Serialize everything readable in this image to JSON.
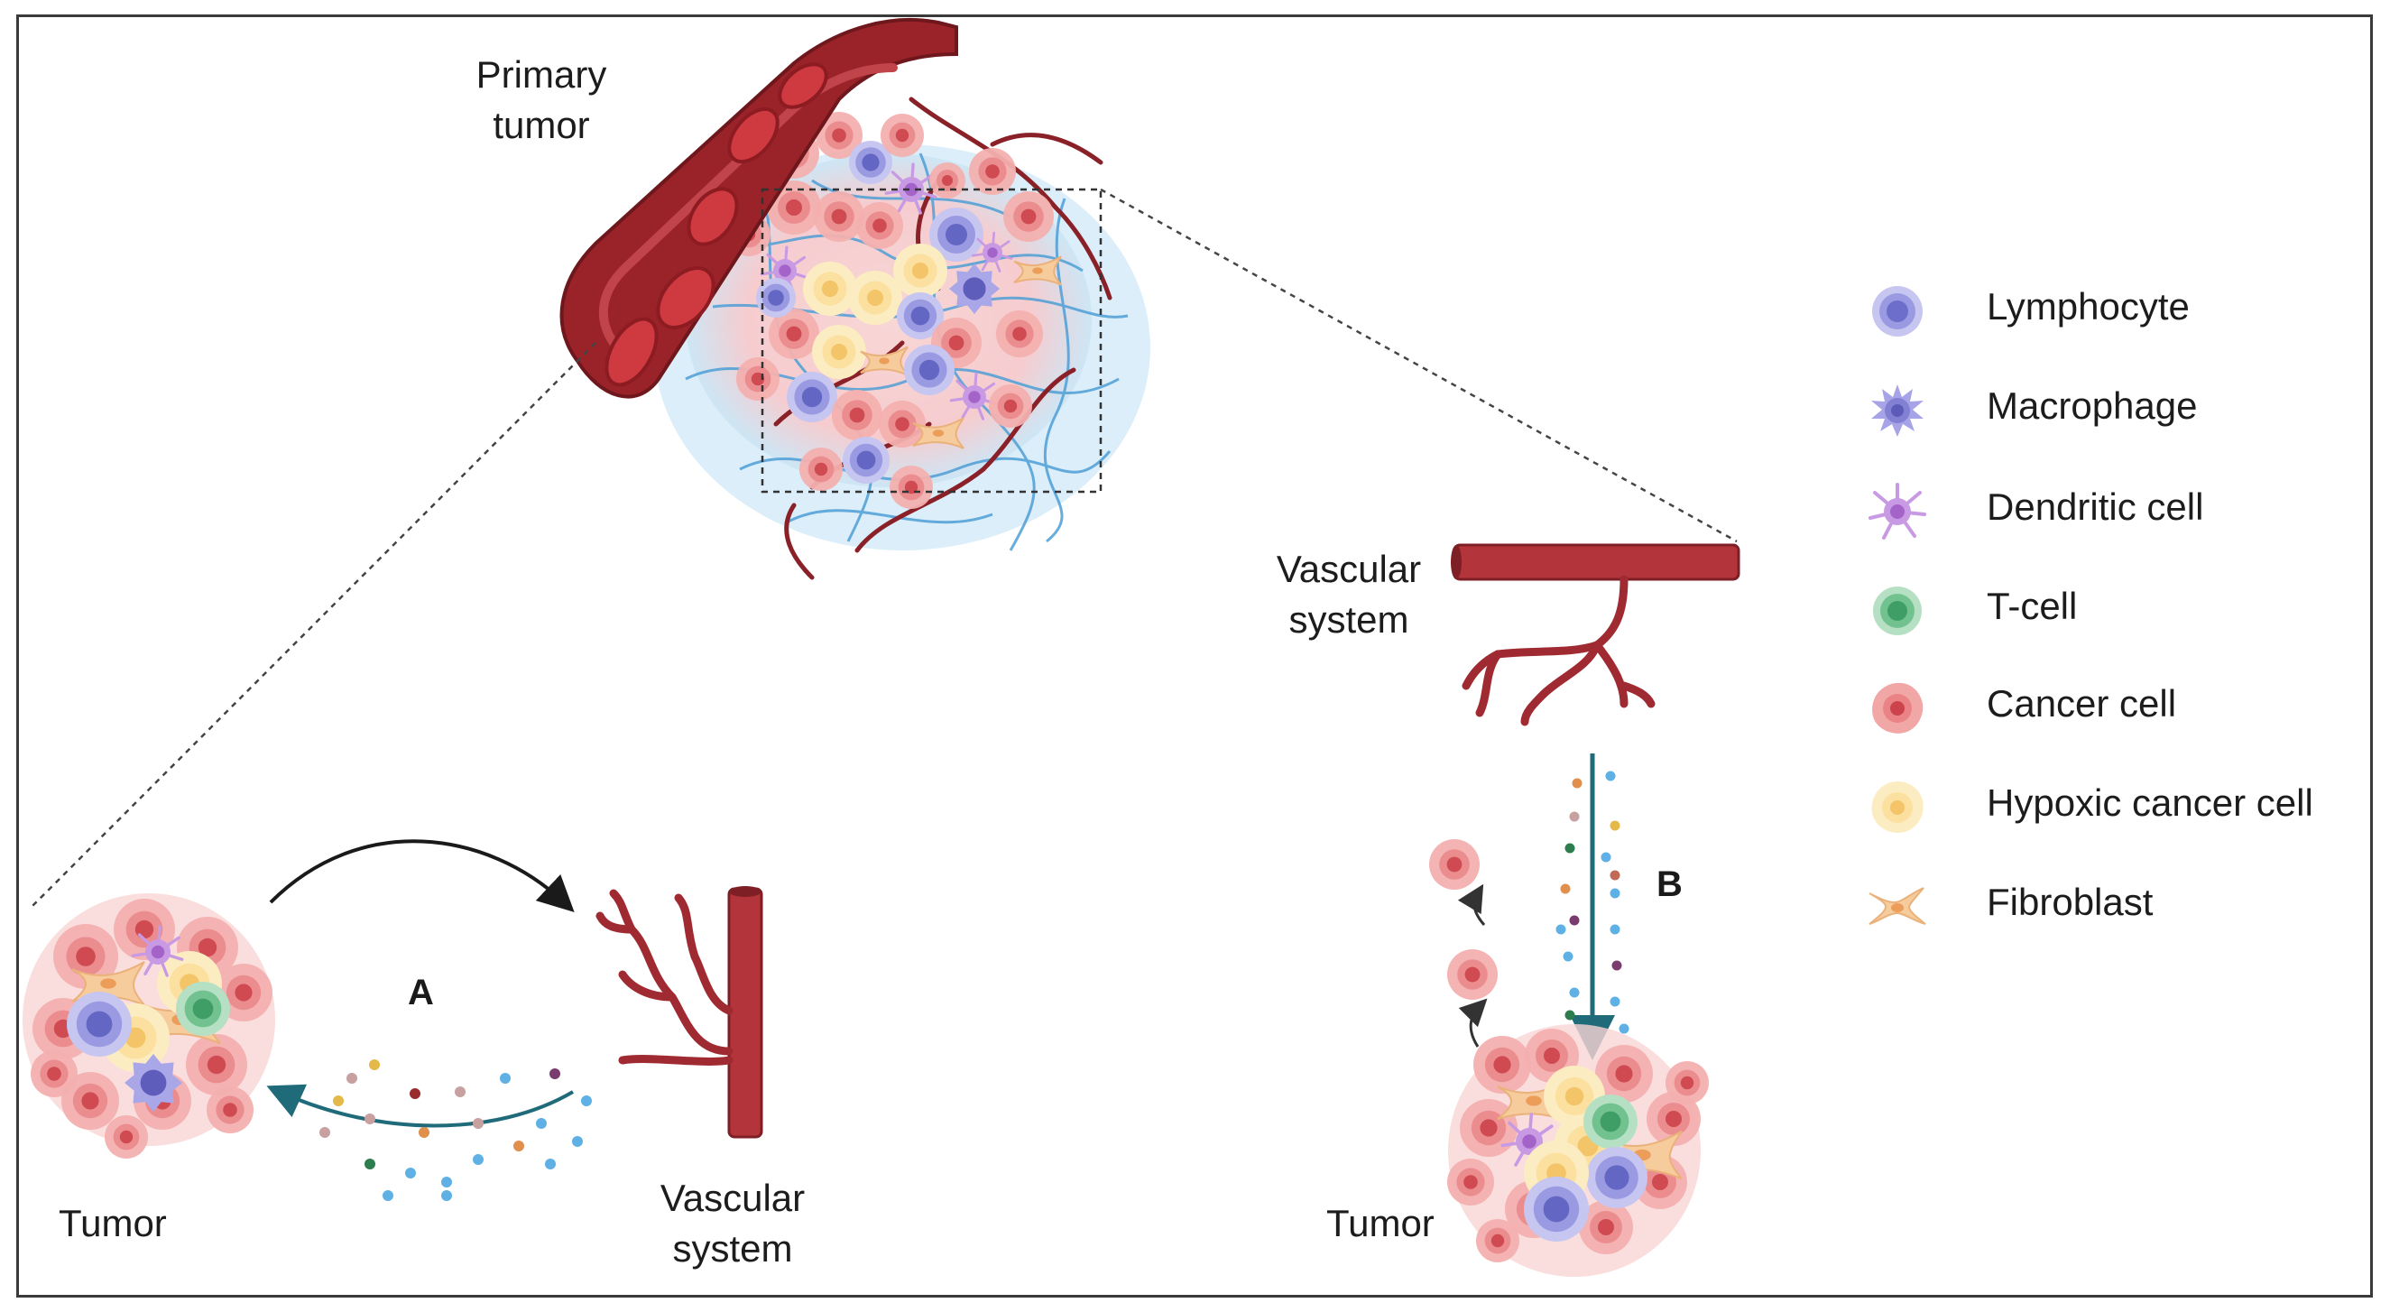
{
  "labels": {
    "primary_tumor_line1": "Primary",
    "primary_tumor_line2": "tumor",
    "vascular_top_line1": "Vascular",
    "vascular_top_line2": "system",
    "vascular_bottom_line1": "Vascular",
    "vascular_bottom_line2": "system",
    "tumor_left": "Tumor",
    "tumor_right": "Tumor",
    "panel_a": "A",
    "panel_b": "B"
  },
  "legend": {
    "items": [
      {
        "label": "Lymphocyte",
        "icon": "lymphocyte-icon",
        "color": "#8e90d8"
      },
      {
        "label": "Macrophage",
        "icon": "macrophage-icon",
        "color": "#8a87d6"
      },
      {
        "label": "Dendritic cell",
        "icon": "dendritic-cell-icon",
        "color": "#c28be0"
      },
      {
        "label": "T-cell",
        "icon": "t-cell-icon",
        "color": "#5fb47e"
      },
      {
        "label": "Cancer cell",
        "icon": "cancer-cell-icon",
        "color": "#e9888a"
      },
      {
        "label": "Hypoxic cancer cell",
        "icon": "hypoxic-cancer-cell-icon",
        "color": "#f7dc8f"
      },
      {
        "label": "Fibroblast",
        "icon": "fibroblast-icon",
        "color": "#f3c08f"
      }
    ]
  },
  "colors": {
    "vessel": "#b3353b",
    "vessel_dark": "#7d1f24",
    "ecm_blue": "#4e9fd6",
    "arrow_teal": "#1f6b7a",
    "arrow_black": "#1a1a1a"
  }
}
